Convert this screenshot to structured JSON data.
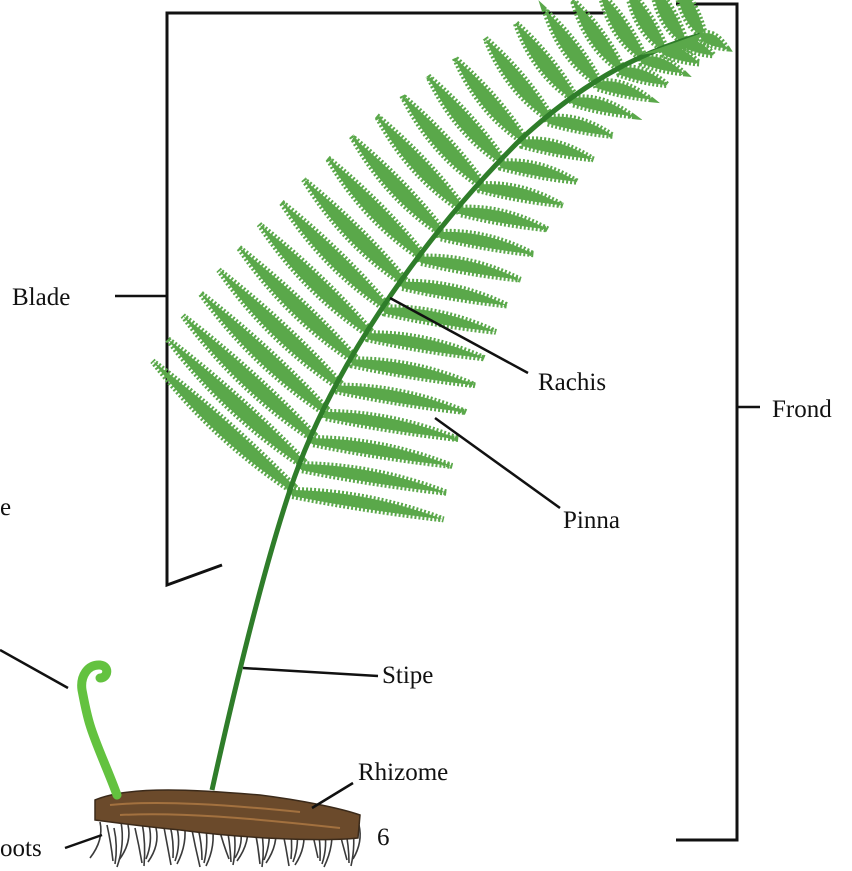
{
  "labels": {
    "blade": "Blade",
    "rachis": "Rachis",
    "frond": "Frond",
    "pinna": "Pinna",
    "stipe": "Stipe",
    "rhizome": "Rhizome",
    "roots": "oots",
    "figure_number": "6",
    "cropped_left": "e"
  },
  "colors": {
    "leaf": "#5aa84a",
    "stem": "#2f7d2a",
    "fiddlehead": "#63c23f",
    "rhizome": "#6b4a2b",
    "roots": "#3a3a3a",
    "line": "#111111"
  }
}
